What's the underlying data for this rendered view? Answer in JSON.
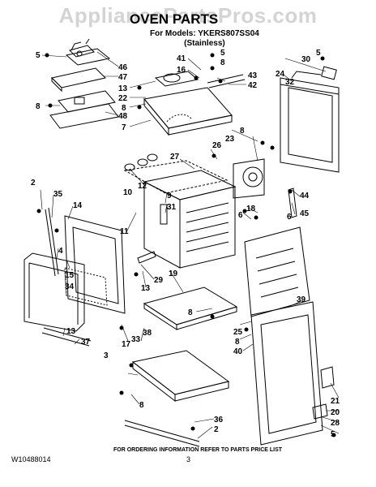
{
  "watermark": "AppliancePartsPros.com",
  "title": "OVEN PARTS",
  "models_line": "For Models: YKERS807SS04",
  "variant_line": "(Stainless)",
  "callouts": [
    "5",
    "46",
    "47",
    "48",
    "8",
    "41",
    "16",
    "5",
    "8",
    "13",
    "22",
    "8",
    "7",
    "43",
    "42",
    "30",
    "5",
    "24",
    "32",
    "8",
    "26",
    "23",
    "27",
    "12",
    "10",
    "9",
    "31",
    "11",
    "2",
    "35",
    "14",
    "15",
    "34",
    "4",
    "13",
    "37",
    "19",
    "29",
    "13",
    "8",
    "17",
    "38",
    "33",
    "3",
    "8",
    "36",
    "2",
    "18",
    "6",
    "6",
    "45",
    "44",
    "39",
    "25",
    "8",
    "40",
    "21",
    "20",
    "28",
    "5"
  ],
  "footer": {
    "order_note": "FOR ORDERING INFORMATION REFER TO PARTS PRICE LIST",
    "doc_number": "W10488014",
    "page_number": "3"
  }
}
